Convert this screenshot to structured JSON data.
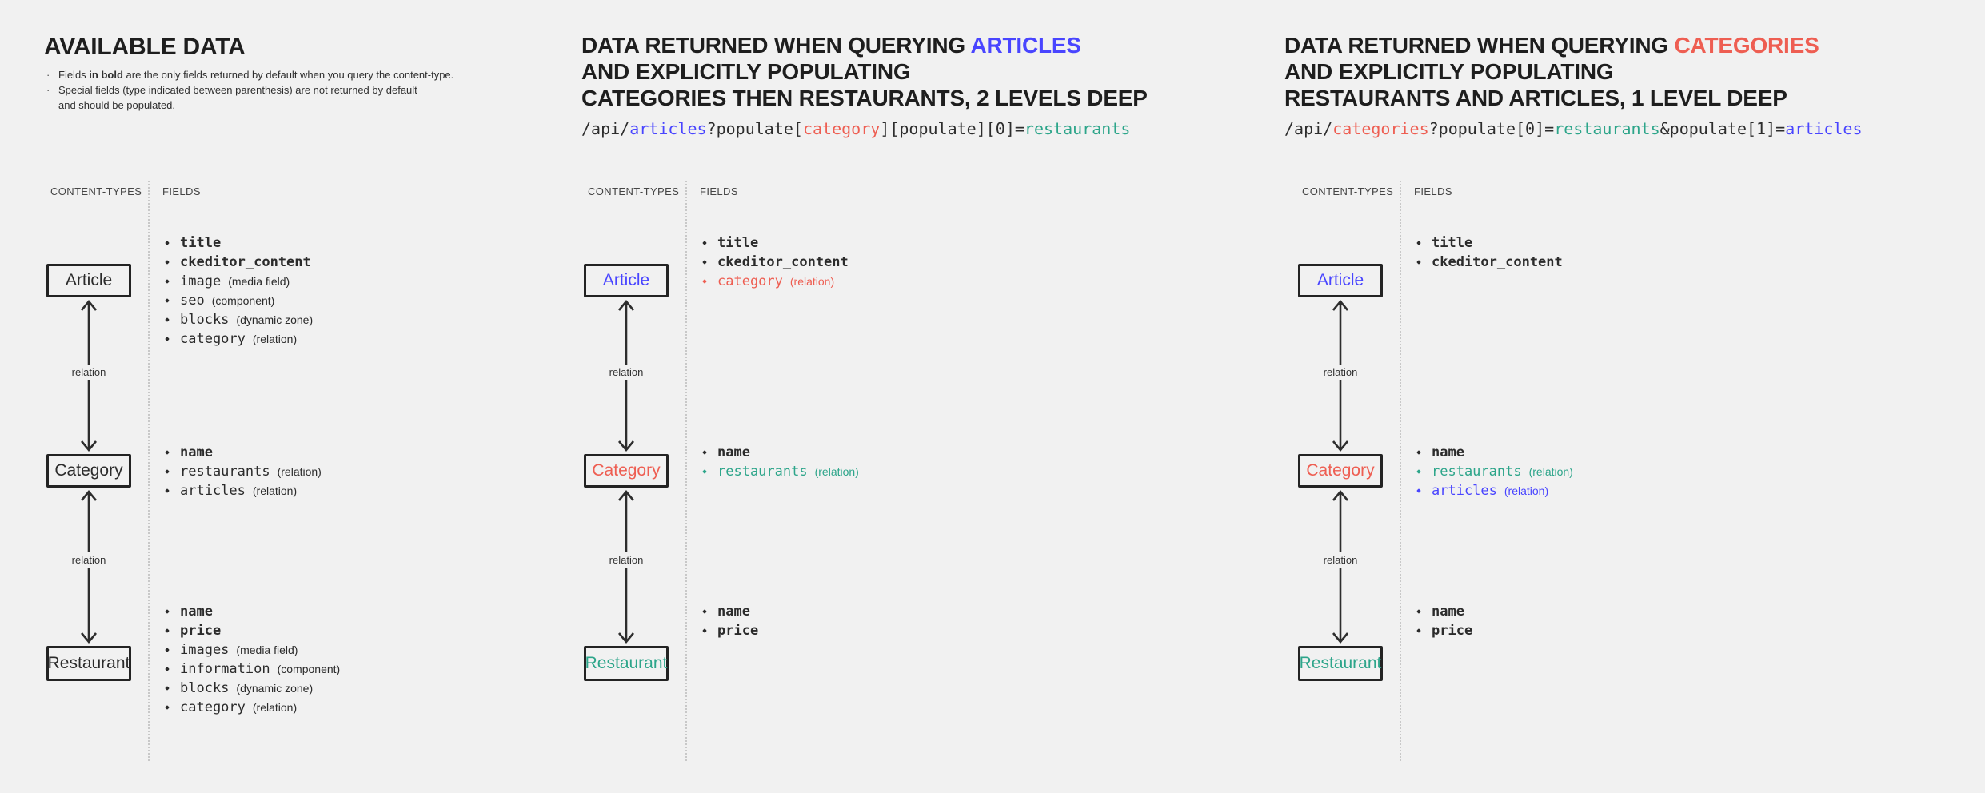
{
  "colors": {
    "background": "#f1f1f1",
    "dark": "#2b2b2b",
    "blue": "#4945ff",
    "red": "#ee5e52",
    "green": "#2da58a"
  },
  "panels": [
    {
      "title_lines": [
        {
          "segments": [
            {
              "t": "AVAILABLE DATA"
            }
          ]
        }
      ],
      "notes": [
        {
          "segments": [
            {
              "t": "Fields "
            },
            {
              "t": "in bold",
              "bold": true
            },
            {
              "t": " are the only fields returned by default when you query the content-type."
            }
          ]
        },
        {
          "segments": [
            {
              "t": "Special fields (type indicated between parenthesis) are not returned by default"
            },
            {
              "br": true
            },
            {
              "t": "and should be populated."
            }
          ]
        }
      ],
      "headers": {
        "content_types": "CONTENT-TYPES",
        "fields": "FIELDS"
      },
      "relations": [
        "relation",
        "relation"
      ],
      "models": [
        {
          "name": "Article",
          "color": "dark",
          "fields": [
            {
              "name": "title",
              "bold": true
            },
            {
              "name": "ckeditor_content",
              "bold": true
            },
            {
              "name": "image",
              "type": "(media field)"
            },
            {
              "name": "seo",
              "type": "(component)"
            },
            {
              "name": "blocks",
              "type": "(dynamic zone)"
            },
            {
              "name": "category",
              "type": "(relation)"
            }
          ]
        },
        {
          "name": "Category",
          "color": "dark",
          "fields": [
            {
              "name": "name",
              "bold": true
            },
            {
              "name": "restaurants",
              "type": "(relation)"
            },
            {
              "name": "articles",
              "type": "(relation)"
            }
          ]
        },
        {
          "name": "Restaurant",
          "color": "dark",
          "fields": [
            {
              "name": "name",
              "bold": true
            },
            {
              "name": "price",
              "bold": true
            },
            {
              "name": "images",
              "type": "(media field)"
            },
            {
              "name": "information",
              "type": "(component)"
            },
            {
              "name": "blocks",
              "type": "(dynamic zone)"
            },
            {
              "name": "category",
              "type": "(relation)"
            }
          ]
        }
      ]
    },
    {
      "title_lines": [
        {
          "segments": [
            {
              "t": "DATA RETURNED WHEN QUERYING "
            },
            {
              "t": "ARTICLES",
              "color": "blue"
            }
          ]
        },
        {
          "segments": [
            {
              "t": "AND EXPLICITLY POPULATING"
            }
          ]
        },
        {
          "segments": [
            {
              "t": "CATEGORIES THEN RESTAURANTS, 2 LEVELS DEEP"
            }
          ]
        }
      ],
      "code_segments": [
        {
          "t": "/api/"
        },
        {
          "t": "articles",
          "color": "blue"
        },
        {
          "t": "?populate["
        },
        {
          "t": "category",
          "color": "red"
        },
        {
          "t": "][populate][0]="
        },
        {
          "t": "restaurants",
          "color": "green"
        }
      ],
      "headers": {
        "content_types": "CONTENT-TYPES",
        "fields": "FIELDS"
      },
      "relations": [
        "relation",
        "relation"
      ],
      "models": [
        {
          "name": "Article",
          "color": "blue",
          "fields": [
            {
              "name": "title",
              "bold": true
            },
            {
              "name": "ckeditor_content",
              "bold": true
            },
            {
              "name": "category",
              "type": "(relation)",
              "color": "red"
            }
          ]
        },
        {
          "name": "Category",
          "color": "red",
          "fields": [
            {
              "name": "name",
              "bold": true
            },
            {
              "name": "restaurants",
              "type": "(relation)",
              "color": "green"
            }
          ]
        },
        {
          "name": "Restaurant",
          "color": "green",
          "fields": [
            {
              "name": "name",
              "bold": true
            },
            {
              "name": "price",
              "bold": true
            }
          ]
        }
      ]
    },
    {
      "title_lines": [
        {
          "segments": [
            {
              "t": "DATA RETURNED WHEN QUERYING "
            },
            {
              "t": "CATEGORIES",
              "color": "red"
            }
          ]
        },
        {
          "segments": [
            {
              "t": "AND EXPLICITLY POPULATING"
            }
          ]
        },
        {
          "segments": [
            {
              "t": "RESTAURANTS AND ARTICLES, 1 LEVEL DEEP"
            }
          ]
        }
      ],
      "code_segments": [
        {
          "t": "/api/"
        },
        {
          "t": "categories",
          "color": "red"
        },
        {
          "t": "?populate[0]="
        },
        {
          "t": "restaurants",
          "color": "green"
        },
        {
          "t": "&populate[1]="
        },
        {
          "t": "articles",
          "color": "blue"
        }
      ],
      "headers": {
        "content_types": "CONTENT-TYPES",
        "fields": "FIELDS"
      },
      "relations": [
        "relation",
        "relation"
      ],
      "models": [
        {
          "name": "Article",
          "color": "blue",
          "fields": [
            {
              "name": "title",
              "bold": true
            },
            {
              "name": "ckeditor_content",
              "bold": true
            }
          ]
        },
        {
          "name": "Category",
          "color": "red",
          "fields": [
            {
              "name": "name",
              "bold": true
            },
            {
              "name": "restaurants",
              "type": "(relation)",
              "color": "green"
            },
            {
              "name": "articles",
              "type": "(relation)",
              "color": "blue"
            }
          ]
        },
        {
          "name": "Restaurant",
          "color": "green",
          "fields": [
            {
              "name": "name",
              "bold": true
            },
            {
              "name": "price",
              "bold": true
            }
          ]
        }
      ]
    }
  ]
}
